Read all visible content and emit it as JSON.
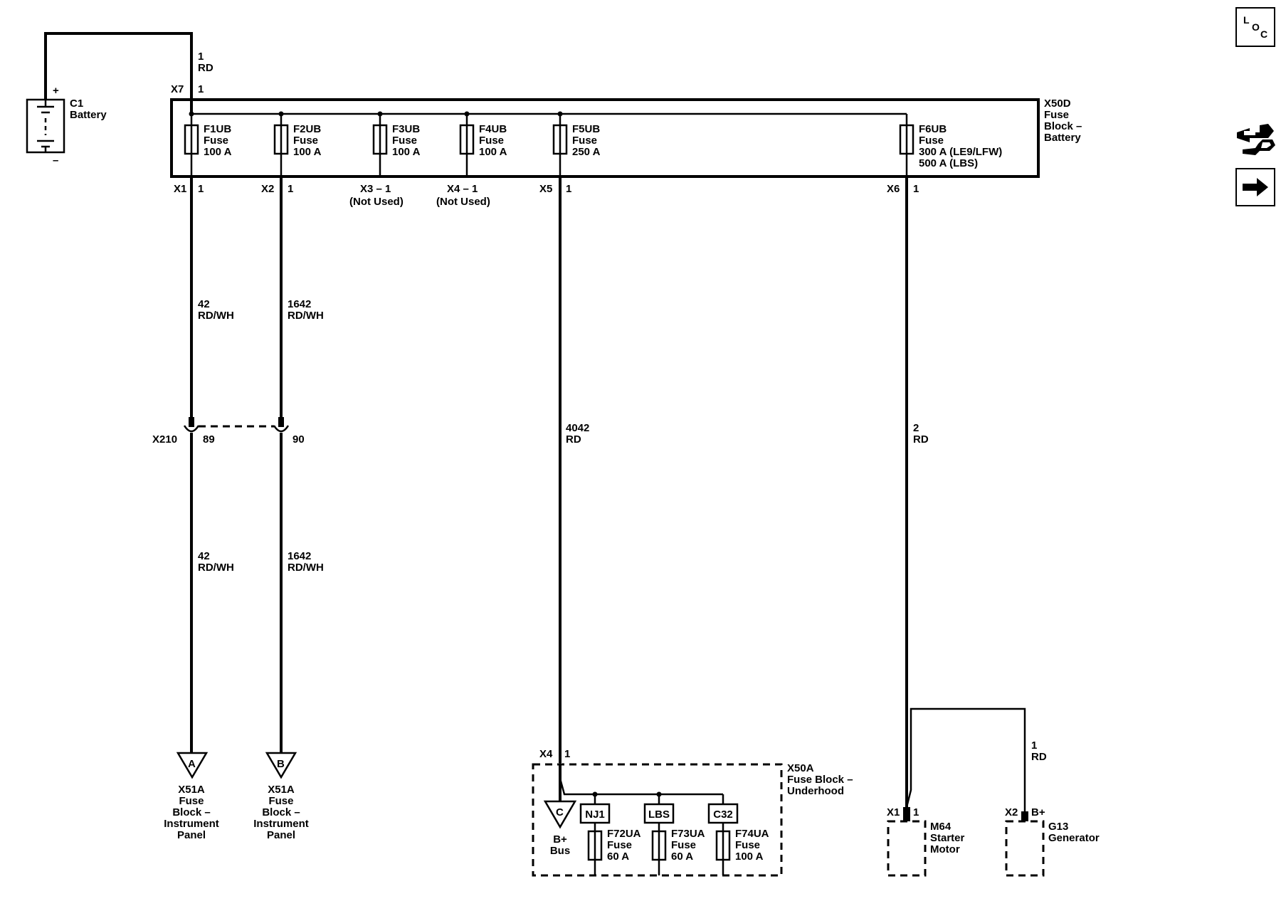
{
  "toolbar": {
    "loc_button": {
      "l": "L",
      "o": "O",
      "c": "C"
    },
    "connector_view_icon": "connector-wrench-icon",
    "next_icon": "arrow-right-icon"
  },
  "diagram": {
    "battery": {
      "name": "C1",
      "desc": "Battery",
      "pos": "+",
      "neg": "–"
    },
    "battery_wire": {
      "num": "1",
      "color": "RD"
    },
    "fuse_block_battery": {
      "id": "X50D",
      "line1": "Fuse",
      "line2": "Block –",
      "line3": "Battery",
      "in_conn": "X7",
      "in_pin": "1"
    },
    "fuses_top": [
      {
        "name": "F1UB",
        "type": "Fuse",
        "rating": "100 A",
        "conn": "X1",
        "pin": "1",
        "note": ""
      },
      {
        "name": "F2UB",
        "type": "Fuse",
        "rating": "100 A",
        "conn": "X2",
        "pin": "1",
        "note": ""
      },
      {
        "name": "F3UB",
        "type": "Fuse",
        "rating": "100 A",
        "conn": "X3 – 1",
        "pin": "",
        "note": "(Not Used)"
      },
      {
        "name": "F4UB",
        "type": "Fuse",
        "rating": "100 A",
        "conn": "X4 – 1",
        "pin": "",
        "note": "(Not Used)"
      },
      {
        "name": "F5UB",
        "type": "Fuse",
        "rating": "250 A",
        "conn": "X5",
        "pin": "1",
        "note": ""
      },
      {
        "name": "F6UB",
        "type": "Fuse",
        "rating": "300 A (LE9/LFW)",
        "rating2": "500 A (LBS)",
        "conn": "X6",
        "pin": "1",
        "note": ""
      }
    ],
    "wires": {
      "w42_upper": {
        "num": "42",
        "color": "RD/WH"
      },
      "w1642_upper": {
        "num": "1642",
        "color": "RD/WH"
      },
      "w42_lower": {
        "num": "42",
        "color": "RD/WH"
      },
      "w1642_lower": {
        "num": "1642",
        "color": "RD/WH"
      },
      "w4042": {
        "num": "4042",
        "color": "RD"
      },
      "w2": {
        "num": "2",
        "color": "RD"
      },
      "w1_gen": {
        "num": "1",
        "color": "RD"
      }
    },
    "inline_connector": {
      "name": "X210",
      "pin_a": "89",
      "pin_b": "90"
    },
    "ref_a": {
      "letter": "A",
      "l1": "X51A",
      "l2": "Fuse",
      "l3": "Block –",
      "l4": "Instrument",
      "l5": "Panel"
    },
    "ref_b": {
      "letter": "B",
      "l1": "X51A",
      "l2": "Fuse",
      "l3": "Block –",
      "l4": "Instrument",
      "l5": "Panel"
    },
    "underhood": {
      "id": "X50A",
      "l1": "Fuse Block –",
      "l2": "Underhood",
      "conn": "X4",
      "pin": "1",
      "bus_letter": "C",
      "bus_l1": "B+",
      "bus_l2": "Bus",
      "fuses": [
        {
          "option": "NJ1",
          "name": "F72UA",
          "type": "Fuse",
          "rating": "60 A"
        },
        {
          "option": "LBS",
          "name": "F73UA",
          "type": "Fuse",
          "rating": "60 A"
        },
        {
          "option": "C32",
          "name": "F74UA",
          "type": "Fuse",
          "rating": "100 A"
        }
      ]
    },
    "starter": {
      "conn": "X1",
      "pin": "1",
      "name": "M64",
      "l1": "Starter",
      "l2": "Motor"
    },
    "generator": {
      "conn": "X2",
      "pin": "B+",
      "name": "G13",
      "l1": "Generator"
    }
  }
}
